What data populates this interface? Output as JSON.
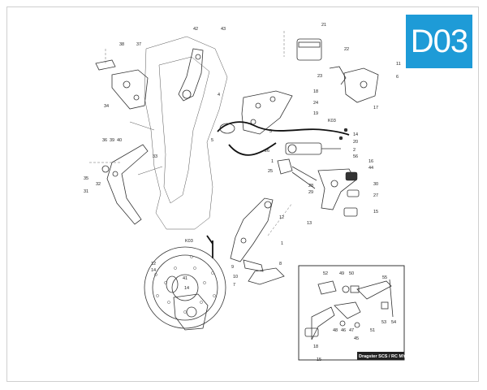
{
  "badge": {
    "label": "D03"
  },
  "callouts": {
    "c1": "1",
    "c2": "2",
    "c3": "3",
    "c4": "4",
    "c5": "5",
    "c6": "6",
    "c7": "7",
    "c8": "8",
    "c9": "9",
    "c10": "10",
    "c11": "11",
    "c12": "12",
    "c13": "13",
    "c14": "14",
    "c15": "15",
    "c16": "16",
    "c17": "17",
    "c18": "18",
    "c19": "19",
    "c20": "20",
    "c21": "21",
    "c22": "22",
    "c23": "23",
    "c24": "24",
    "c25": "25",
    "c26": "26",
    "c27": "27",
    "c28": "28",
    "c29": "29",
    "c30": "30",
    "c31": "31",
    "c32": "32",
    "c33": "33",
    "c34": "34",
    "c35": "35",
    "c36": "36",
    "c37": "37",
    "c38": "38",
    "c39": "39",
    "c40": "40",
    "c41": "41",
    "c42": "42",
    "c43": "43",
    "c44": "44",
    "c45": "45",
    "c46": "46",
    "c47": "47",
    "c48": "48",
    "c49": "49",
    "c50": "50",
    "c51": "51",
    "c52": "52",
    "c53": "53",
    "c54": "54",
    "c55": "55",
    "c56": "56",
    "k03": "K03"
  },
  "inset": {
    "title": "Dragster SCS / RC MY21"
  },
  "colors": {
    "badge": "#1e9bd7",
    "line": "#333333",
    "hose": "#111111"
  }
}
